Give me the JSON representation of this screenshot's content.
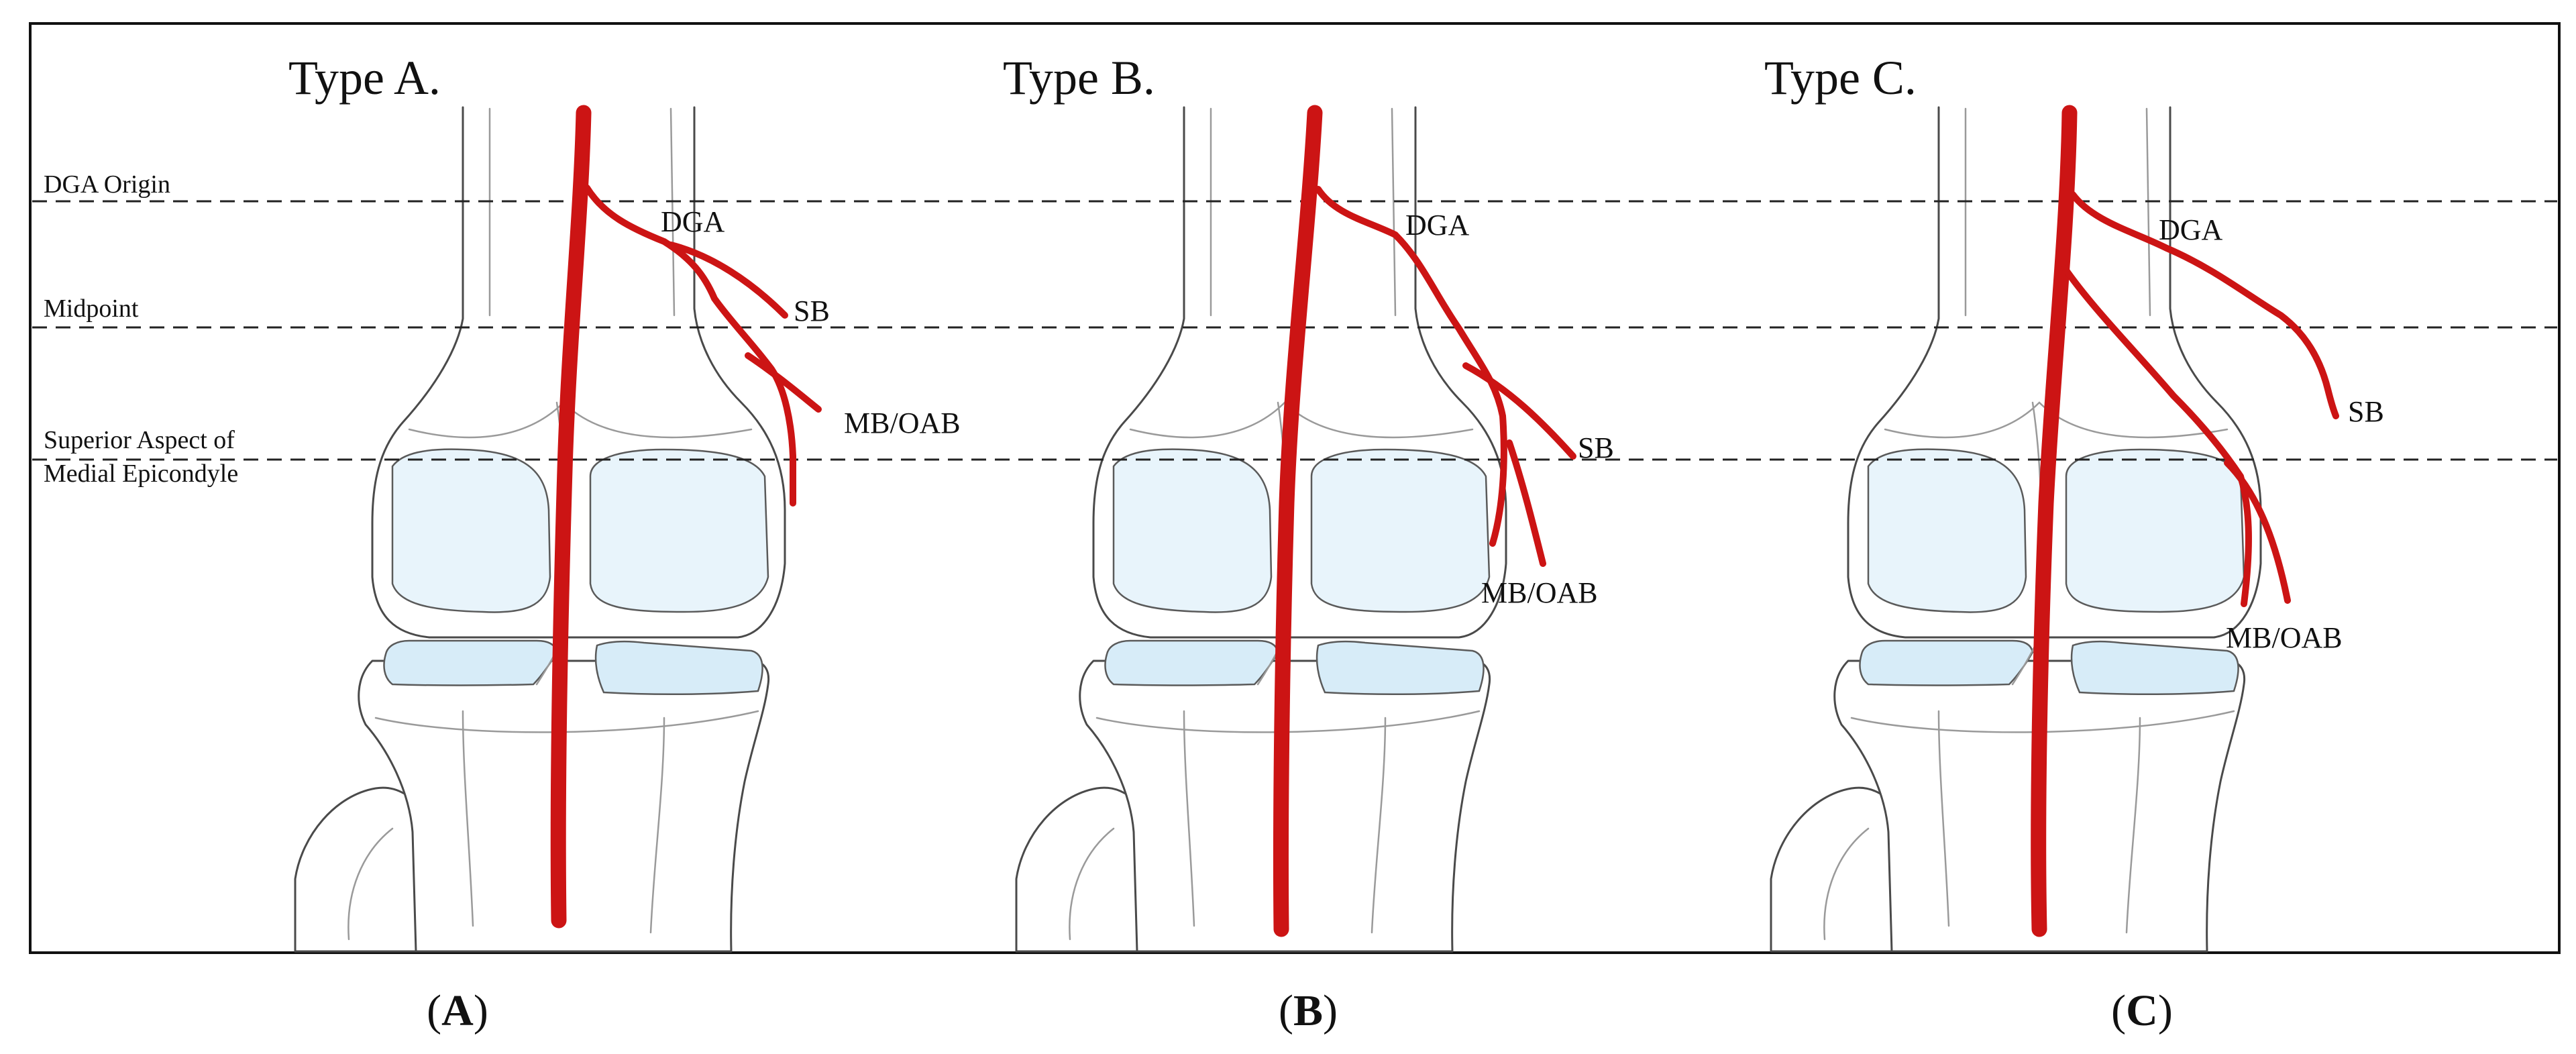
{
  "left_labels": {
    "dga_origin": "DGA Origin",
    "midpoint": "Midpoint",
    "superior_line1": "Superior Aspect of",
    "superior_line2": "Medial Epicondyle"
  },
  "panels": [
    {
      "title": "Type A.",
      "caption_letter": "A",
      "labels": {
        "dga": "DGA",
        "sb": "SB",
        "mb": "MB/OAB"
      }
    },
    {
      "title": "Type B.",
      "caption_letter": "B",
      "labels": {
        "dga": "DGA",
        "sb": "SB",
        "mb": "MB/OAB"
      }
    },
    {
      "title": "Type C.",
      "caption_letter": "C",
      "labels": {
        "dga": "DGA",
        "sb": "SB",
        "mb": "MB/OAB"
      }
    }
  ],
  "colors": {
    "artery": "#cc1414",
    "cartilage": "#e8f4fb",
    "meniscus": "#d7ecf8",
    "frame": "#111111"
  }
}
